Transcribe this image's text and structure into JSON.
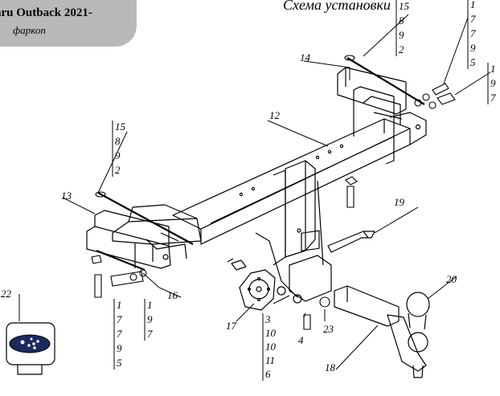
{
  "header": {
    "title": "aru  Outback 2021-",
    "subtitle": "фаркоп"
  },
  "diagram_title": "Схема установки",
  "callouts": [
    {
      "id": "c15top",
      "lines": [
        "15",
        "8",
        "9",
        "2"
      ]
    },
    {
      "id": "c1top",
      "lines": [
        "1",
        "7",
        "7",
        "9",
        "5"
      ]
    },
    {
      "id": "c1right",
      "lines": [
        "1",
        "9",
        "7"
      ]
    },
    {
      "id": "c14",
      "lines": [
        "14"
      ]
    },
    {
      "id": "c12",
      "lines": [
        "12"
      ]
    },
    {
      "id": "c15left",
      "lines": [
        "15",
        "8",
        "9",
        "2"
      ]
    },
    {
      "id": "c13",
      "lines": [
        "13"
      ]
    },
    {
      "id": "c19",
      "lines": [
        "19"
      ]
    },
    {
      "id": "c20",
      "lines": [
        "20"
      ]
    },
    {
      "id": "c22",
      "lines": [
        "22"
      ]
    },
    {
      "id": "c16",
      "lines": [
        "16"
      ]
    },
    {
      "id": "c1bl",
      "lines": [
        "1",
        "7",
        "7",
        "9",
        "5"
      ]
    },
    {
      "id": "c1bm",
      "lines": [
        "1",
        "9",
        "7"
      ]
    },
    {
      "id": "c17",
      "lines": [
        "17"
      ]
    },
    {
      "id": "c3",
      "lines": [
        "3",
        "10",
        "10",
        "11",
        "6"
      ]
    },
    {
      "id": "c4",
      "lines": [
        "4"
      ]
    },
    {
      "id": "c23",
      "lines": [
        "23"
      ]
    },
    {
      "id": "c18",
      "lines": [
        "18"
      ]
    }
  ]
}
